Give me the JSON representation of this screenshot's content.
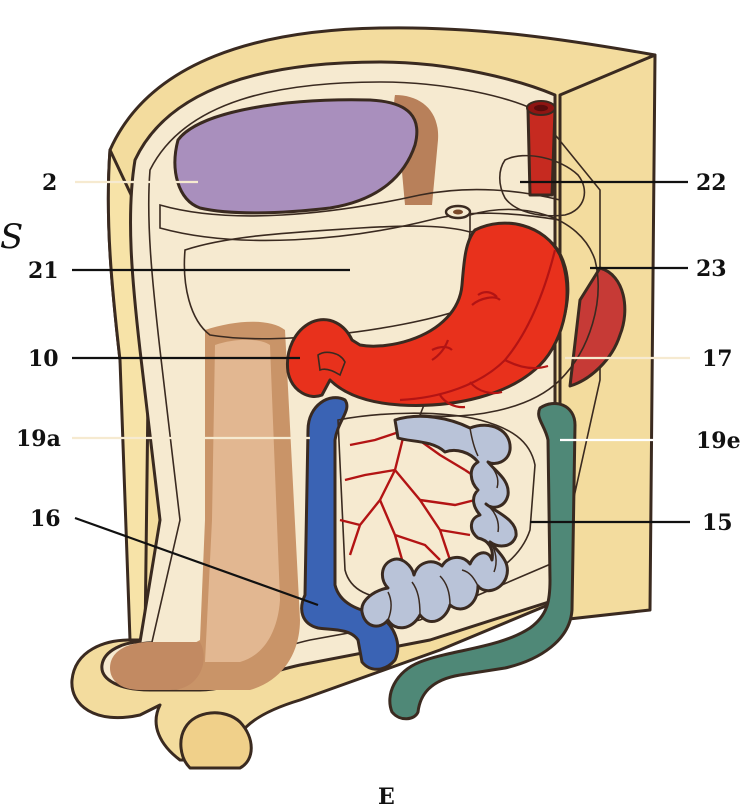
{
  "colors": {
    "background": "#ffffff",
    "body_wall": "#f3dc9e",
    "body_wall_side": "#f7e3a8",
    "lining": "#f6ead0",
    "cavity": "#e9c0c0",
    "liver": "#a98fbd",
    "brown": "#b8805a",
    "stomach": "#e8311c",
    "vessel": "#b31414",
    "spleen": "#c63a36",
    "colon_ascending": "#3a63b4",
    "colon_descending": "#4f8877",
    "small_intestine": "#b9c3d8",
    "mesentery": "#f1cdd2",
    "leader_dark": "#111111",
    "leader_light": "#f6ead0"
  },
  "labels": {
    "l2": "2",
    "l21": "21",
    "l10": "10",
    "l19a": "19a",
    "l16": "16",
    "l22": "22",
    "l23": "23",
    "l17": "17",
    "l19e": "19e",
    "l15": "15",
    "corner_letter": "S",
    "caption": "E"
  },
  "icons": [
    "aorta-icon",
    "spinal-canal-icon"
  ]
}
